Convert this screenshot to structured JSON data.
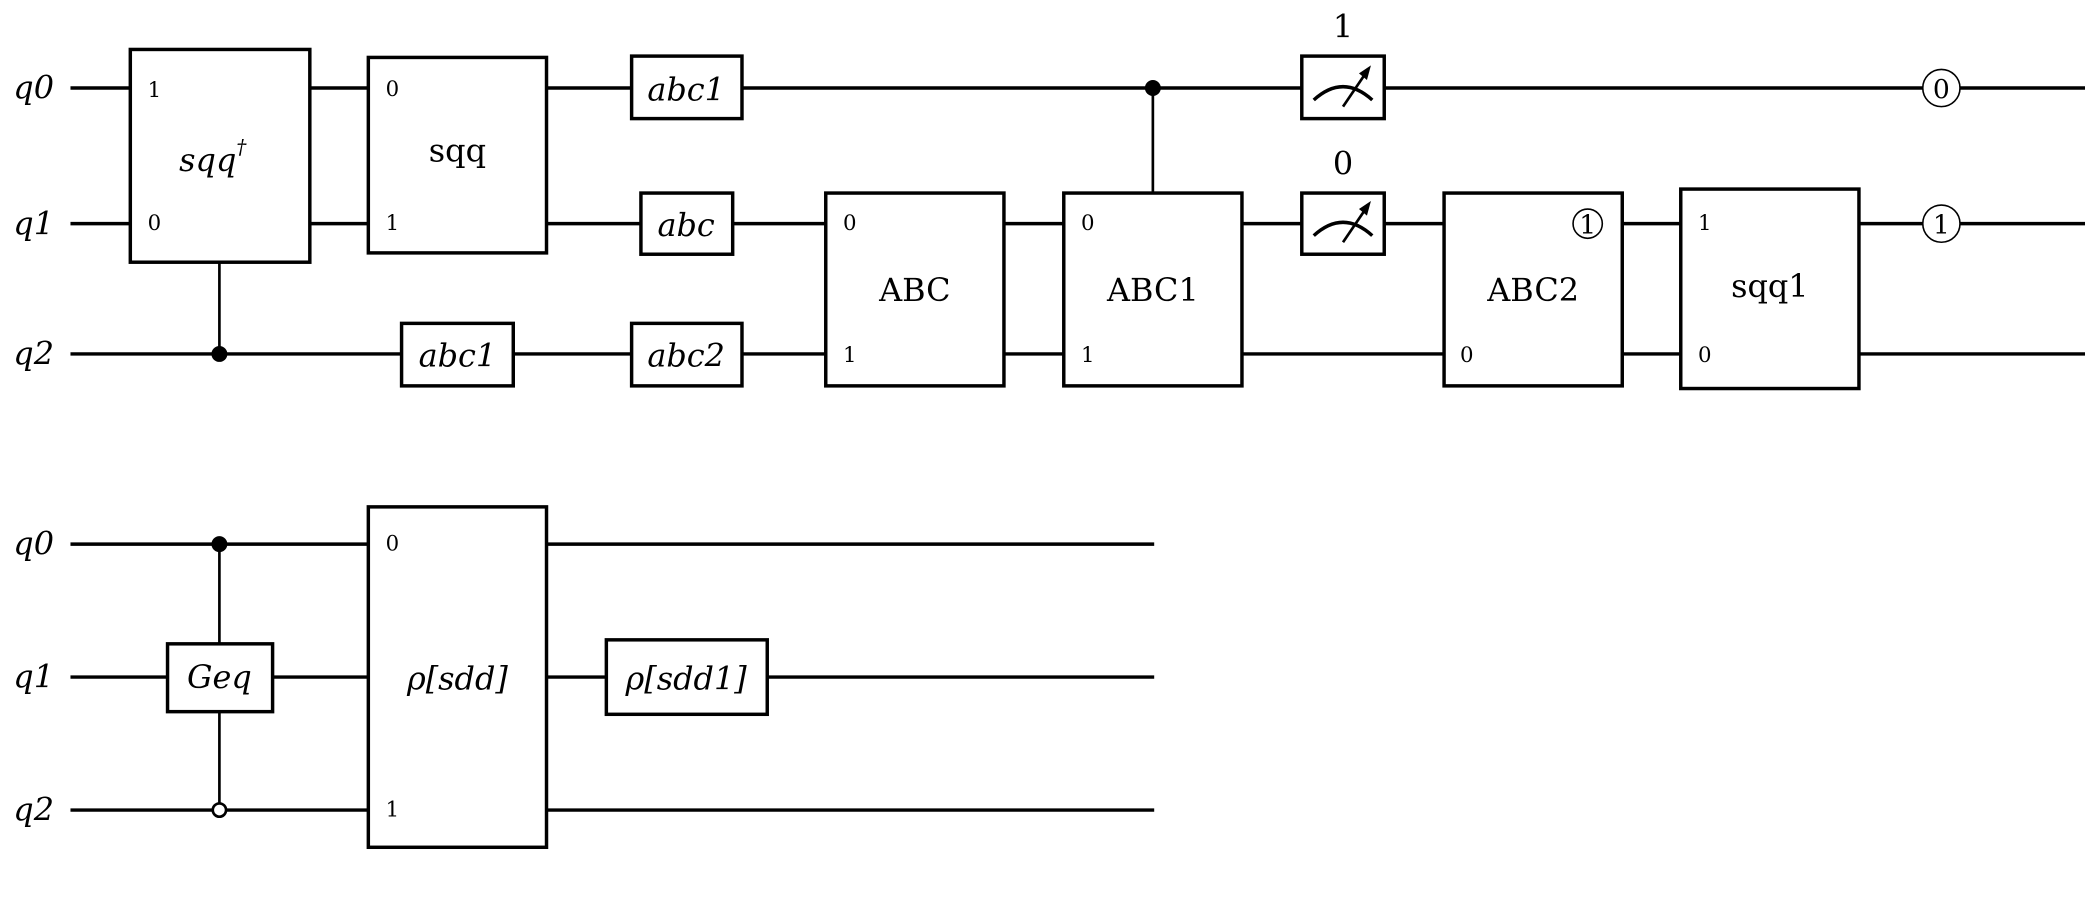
{
  "circuit_top": {
    "qubits": [
      "q0",
      "q1",
      "q2"
    ],
    "gates": {
      "sqq_dagger": {
        "label": "sqq",
        "sup": "†",
        "ports": [
          "1",
          "0"
        ]
      },
      "sqq": {
        "label": "sqq",
        "ports": [
          "0",
          "1"
        ]
      },
      "abc1_q0": "abc1",
      "abc_q1": "abc",
      "abc1_q2": "abc1",
      "abc2_q2": "abc2",
      "ABC": {
        "label": "ABC",
        "ports": [
          "0",
          "1"
        ]
      },
      "ABC1": {
        "label": "ABC1",
        "ports": [
          "0",
          "1"
        ]
      },
      "measure_q0": {
        "result": "1"
      },
      "measure_q1": {
        "result": "0"
      },
      "ABC2": {
        "label": "ABC2",
        "ports": [
          "0"
        ],
        "classical_mark": "1"
      },
      "sqq1": {
        "label": "sqq1",
        "ports": [
          "1",
          "0"
        ]
      },
      "reset_q0": "0",
      "reset_q1": "1"
    }
  },
  "circuit_bottom": {
    "qubits": [
      "q0",
      "q1",
      "q2"
    ],
    "gates": {
      "Geq": "Geq",
      "rho_sdd": {
        "label": "ρ[sdd]",
        "ports": [
          "0",
          "1"
        ]
      },
      "rho_sdd1": "ρ[sdd1]"
    }
  }
}
